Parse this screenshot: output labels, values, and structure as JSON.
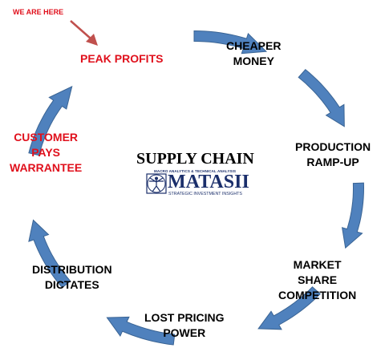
{
  "diagram": {
    "title": "SUPPLY CHAIN",
    "marker_label": "WE ARE HERE",
    "steps": [
      {
        "lines": [
          "PEAK PROFITS"
        ],
        "highlight": true
      },
      {
        "lines": [
          "CHEAPER",
          "MONEY"
        ],
        "highlight": false
      },
      {
        "lines": [
          "PRODUCTION",
          "RAMP-UP"
        ],
        "highlight": false
      },
      {
        "lines": [
          "MARKET",
          "SHARE",
          "COMPETITION"
        ],
        "highlight": false
      },
      {
        "lines": [
          "LOST PRICING",
          "POWER"
        ],
        "highlight": false
      },
      {
        "lines": [
          "DISTRIBUTION",
          "DICTATES"
        ],
        "highlight": false
      },
      {
        "lines": [
          "CUSTOMER",
          "PAYS",
          "WARRANTEE"
        ],
        "highlight": true
      }
    ]
  },
  "logo": {
    "wordmark": "MATASII",
    "tagline": "MACRO ANALYTICS & TECHNICAL ANALYSIS",
    "subline": "STRATEGIC INVESTMENT INSIGHTS"
  },
  "colors": {
    "arrow": "#4f81bd",
    "arrow_edge": "#3a6494",
    "highlight": "#e0101c",
    "marker_arrow": "#c0504d",
    "logo": "#1b2f6b"
  }
}
